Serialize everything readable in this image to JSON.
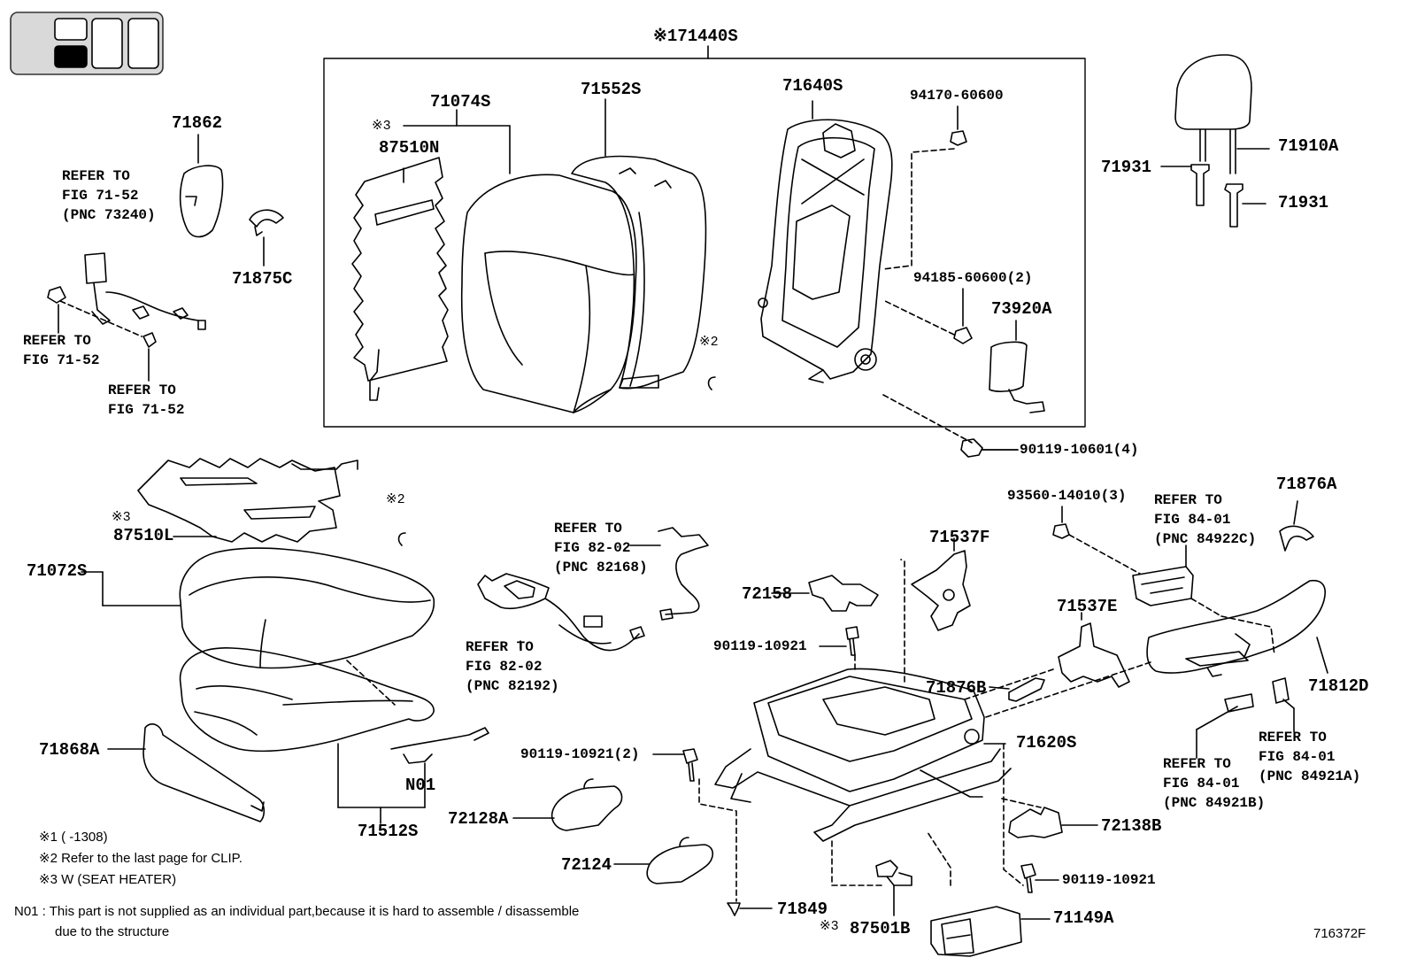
{
  "diagram_id": "716372F",
  "labels": {
    "p71440S": "※171440S",
    "p71074S": "71074S",
    "p87510N_mark": "※3",
    "p87510N": "87510N",
    "p71552S": "71552S",
    "p71640S": "71640S",
    "p94170": "94170-60600",
    "p94185": "94185-60600(2)",
    "p73920A": "73920A",
    "p90119_10601": "90119-10601(4)",
    "p71862": "71862",
    "p71875C": "71875C",
    "p71910A": "71910A",
    "p71931a": "71931",
    "p71931b": "71931",
    "mark2_upper": "※2",
    "mark2_lower": "※2",
    "p87510L_mark": "※3",
    "p87510L": "87510L",
    "p71072S": "71072S",
    "p71868A": "71868A",
    "pN01": "N01",
    "p71512S": "71512S",
    "p72158": "72158",
    "p90119_10921a": "90119-10921",
    "p71537F": "71537F",
    "p93560": "93560-14010(3)",
    "p71876A": "71876A",
    "p71537E": "71537E",
    "p71876B": "71876B",
    "p71812D": "71812D",
    "p71620S": "71620S",
    "p90119_10921_2": "90119-10921(2)",
    "p72128A": "72128A",
    "p72124": "72124",
    "p72138B": "72138B",
    "p90119_10921b": "90119-10921",
    "p71849": "71849",
    "p87501B_mark": "※3",
    "p87501B": "87501B",
    "p71149A": "71149A"
  },
  "refs": {
    "r1": "REFER TO\nFIG 71-52\n(PNC 73240)",
    "r2": "REFER TO\nFIG 71-52",
    "r3": "REFER TO\nFIG 71-52",
    "r4": "REFER TO\nFIG 82-02\n(PNC 82168)",
    "r5": "REFER TO\nFIG 82-02\n(PNC 82192)",
    "r6": "REFER TO\nFIG 84-01\n(PNC 84922C)",
    "r7": "REFER TO\nFIG 84-01\n(PNC 84921A)",
    "r8": "REFER TO\nFIG 84-01\n(PNC 84921B)"
  },
  "notes": {
    "n1": "※1 (      -1308)",
    "n2": "※2 Refer to the last page for CLIP.",
    "n3": "※3 W (SEAT HEATER)",
    "n4": "N01 : This part is not supplied as an individual part,because it is hard to assemble / disassemble",
    "n5": "due to the structure"
  }
}
